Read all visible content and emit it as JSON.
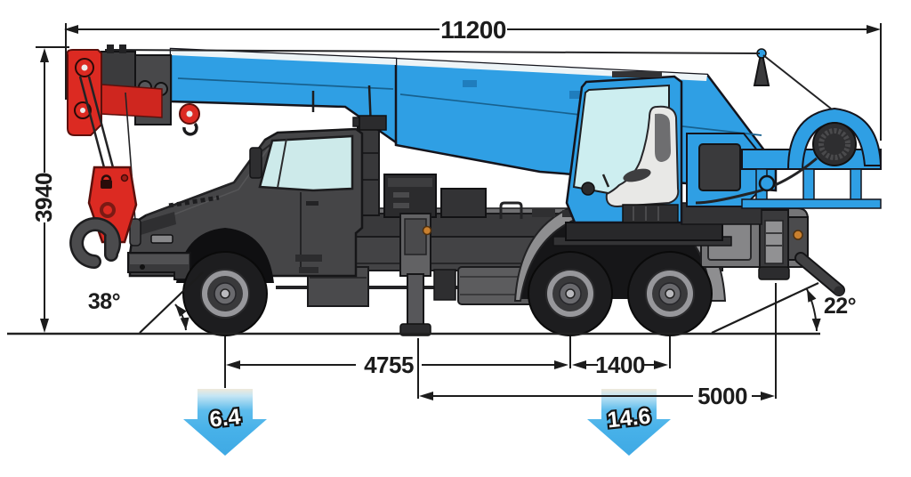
{
  "diagram": {
    "title": "Truck crane dimensional side-view drawing",
    "dimensions": {
      "overall_length": "11200",
      "overall_height": "3940",
      "wheelbase": "4755",
      "rear_bogie_spacing": "1400",
      "outrigger_base": "5000"
    },
    "angles": {
      "approach": "38°",
      "departure": "22°"
    },
    "axle_loads": {
      "front": "6.4",
      "rear": "14.6"
    },
    "colors": {
      "boom_blue": "#2f9fe4",
      "hook_red": "#dc2a22",
      "chassis_dark": "#434345",
      "load_arrow_blue": "#47b1e9",
      "line_black": "#1c1c1c",
      "glass": "#cdeef0"
    }
  }
}
